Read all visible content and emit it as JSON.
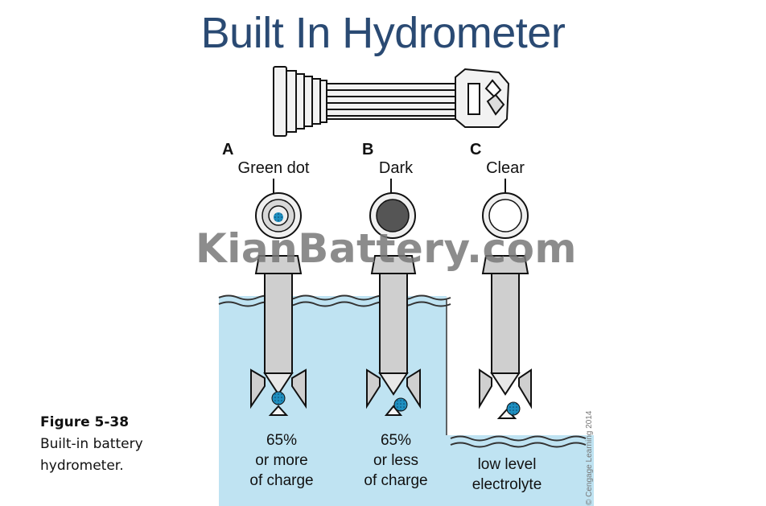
{
  "title": "Built In Hydrometer",
  "watermark": "KianBattery.com",
  "copyright": "© Cengage Learning 2014",
  "caption": {
    "number": "Figure 5-38",
    "description": "Built-in battery hydrometer."
  },
  "panels": [
    {
      "letter": "A",
      "indicator": "Green dot",
      "result_lines": [
        "65%",
        "or more",
        "of charge"
      ]
    },
    {
      "letter": "B",
      "indicator": "Dark",
      "result_lines": [
        "65%",
        "or less",
        "of charge"
      ]
    },
    {
      "letter": "C",
      "indicator": "Clear",
      "result_lines": [
        "low level",
        "electrolyte"
      ]
    }
  ],
  "colors": {
    "title": "#2a4a73",
    "electrolyte": "#bfe3f2",
    "probe": "#cfcfcf",
    "green_ball": "#1e8fc0",
    "dark_indicator": "#555555"
  }
}
